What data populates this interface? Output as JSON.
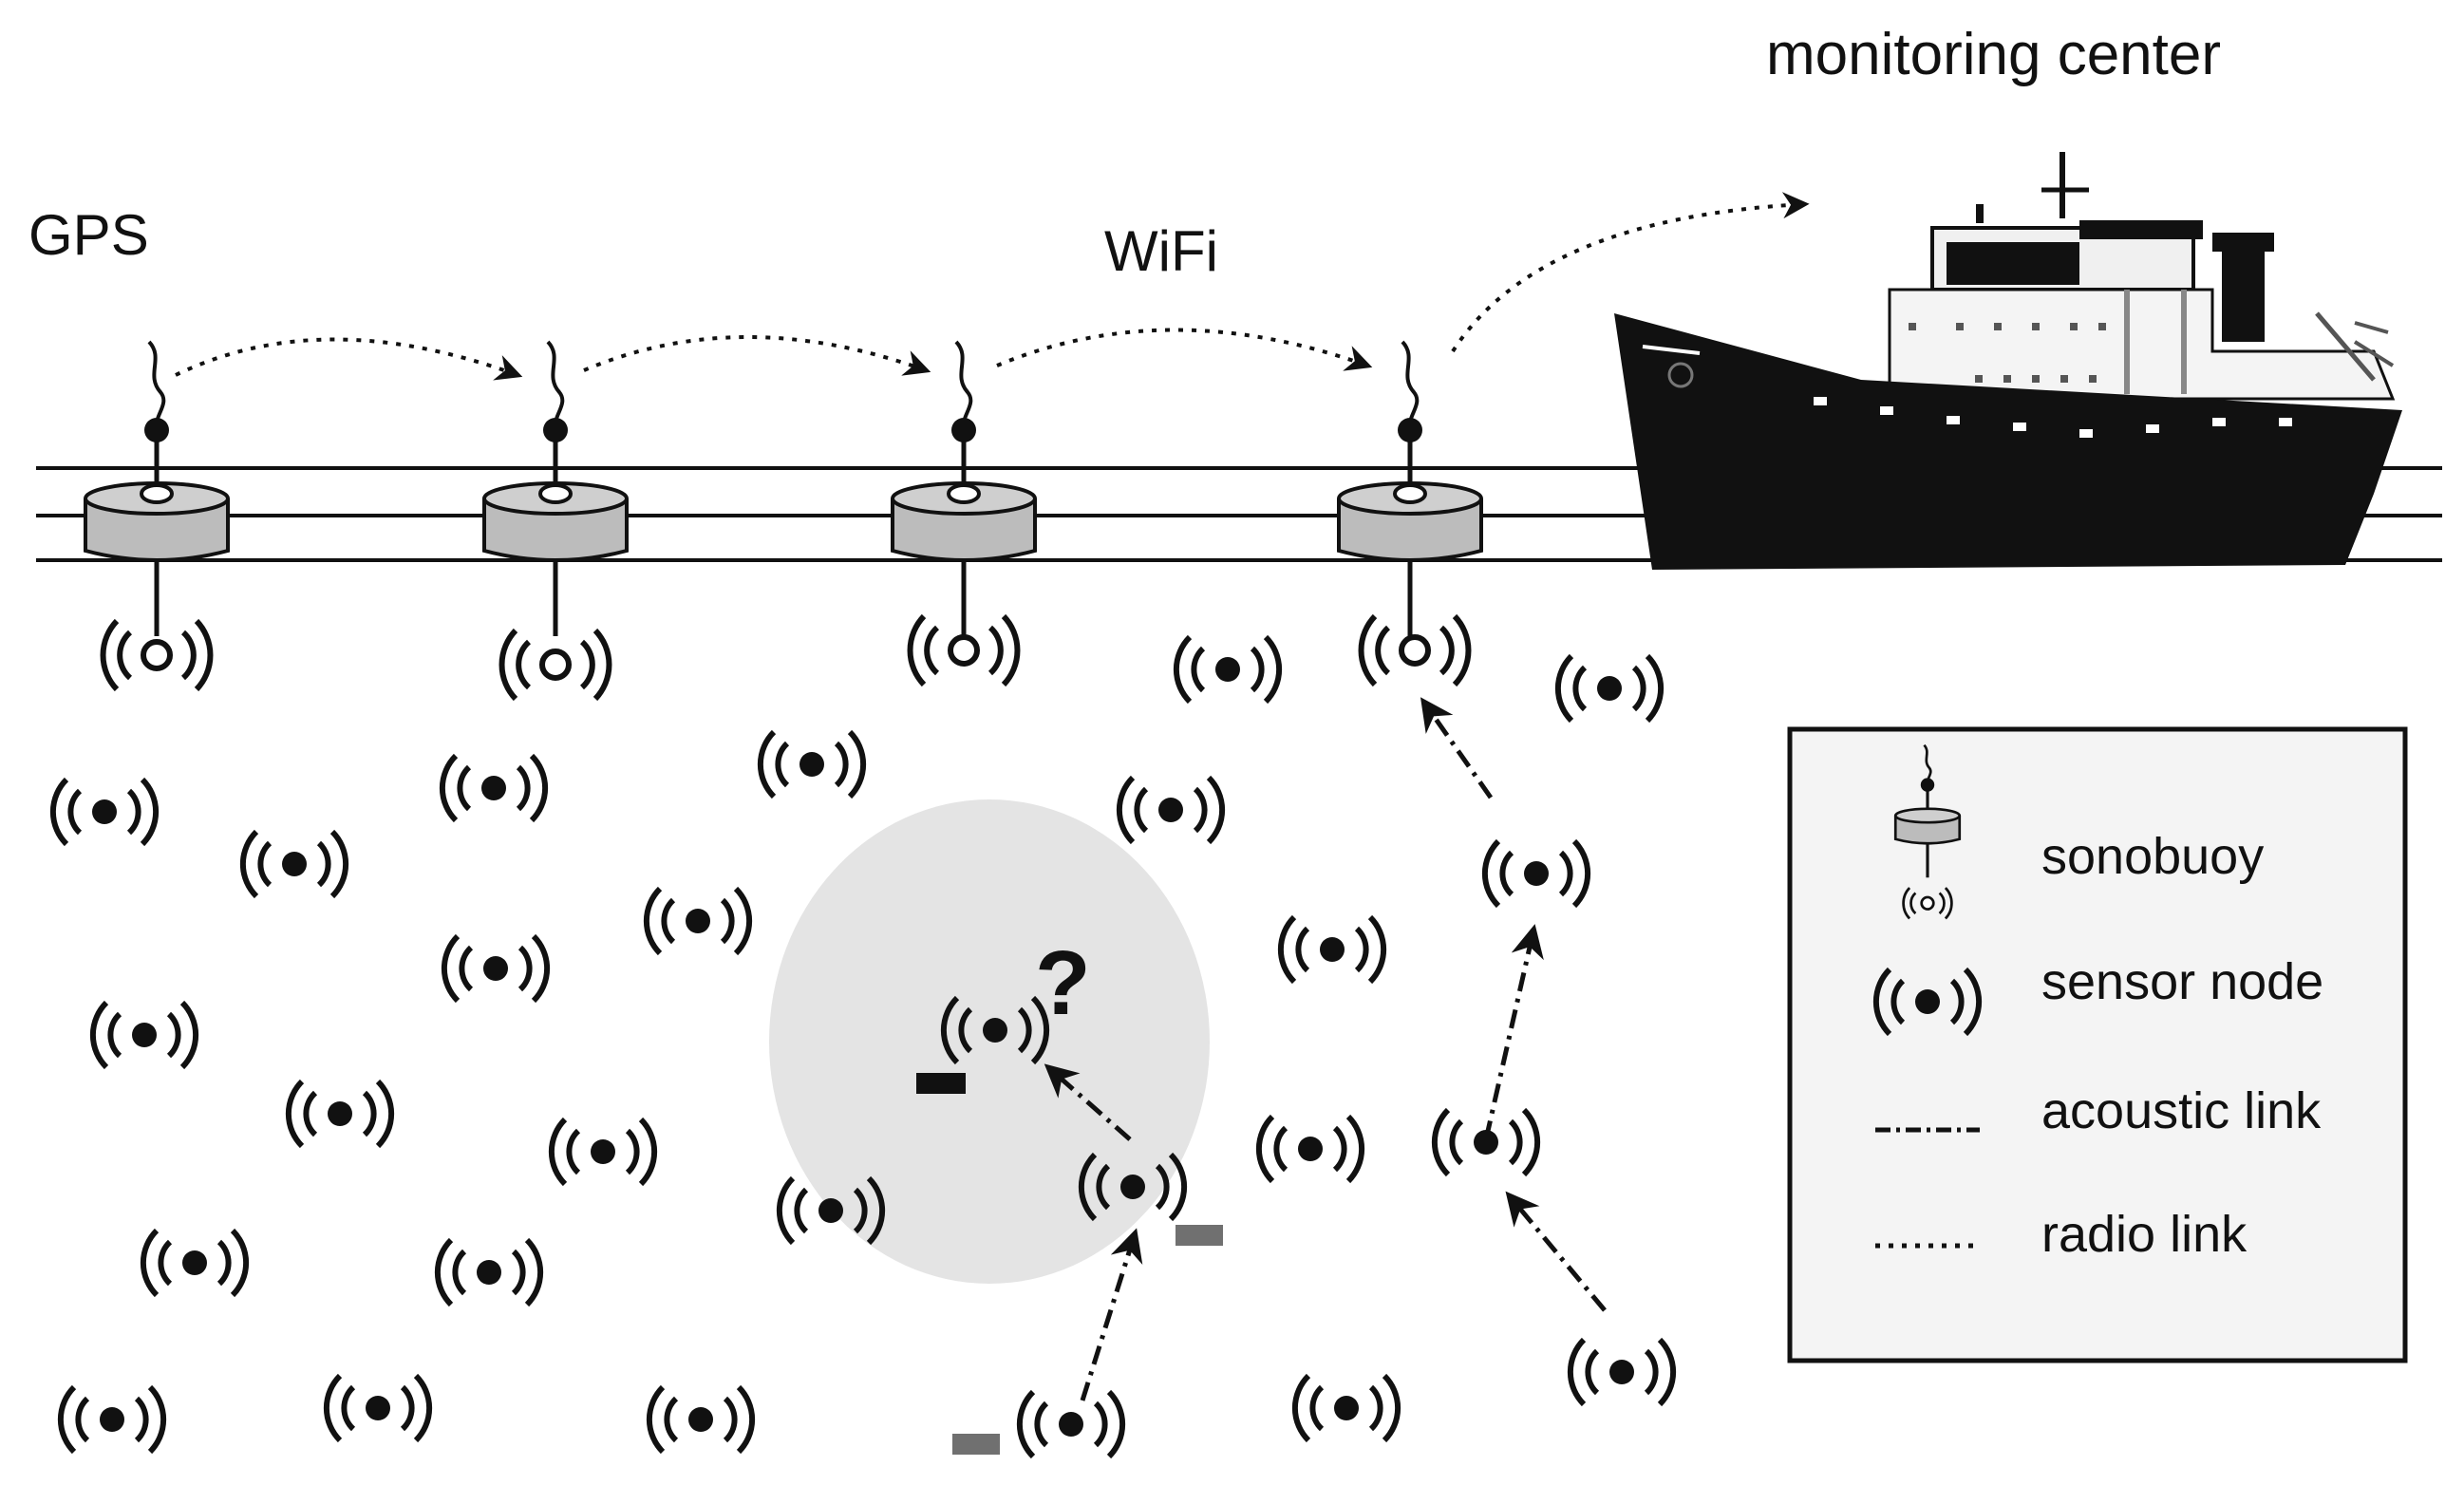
{
  "labels": {
    "gps": "GPS",
    "wifi": "WiFi",
    "monitoring_center": "monitoring center",
    "unknown": "?"
  },
  "legend": {
    "sonobuoy": "sonobuoy",
    "sensor_node": "sensor node",
    "acoustic_link": "acoustic link",
    "radio_link": "radio link"
  },
  "icons": {
    "sonobuoy": "sonobuoy-icon",
    "sensor_node": "sensor-node-icon",
    "ship": "ship-icon"
  },
  "colors": {
    "ink": "#111111",
    "buoy_fill": "#bcbcbc",
    "range_fill": "#e4e4e4",
    "marker_dark": "#111111",
    "marker_gray": "#707070",
    "legend_bg": "#f4f4f4"
  }
}
